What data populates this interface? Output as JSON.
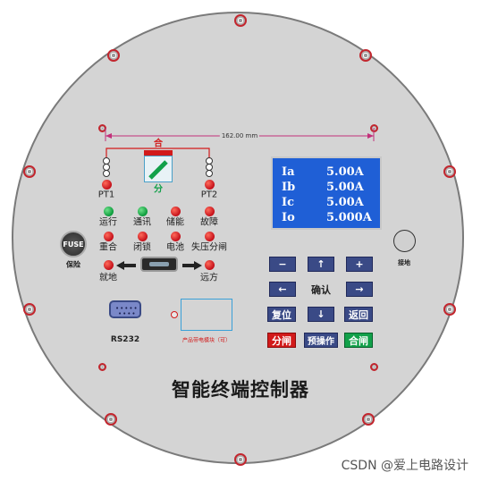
{
  "panel": {
    "title": "智能终端控制器",
    "dimension_label": "162.00 mm",
    "close_label": "合",
    "open_label": "分",
    "pt1": "PT1",
    "pt2": "PT2",
    "fuse_label": "FUSE",
    "fuse_caption": "保险",
    "ground_caption": "接地",
    "rs232_label": "RS232",
    "module_caption": "产品带电模块（可）"
  },
  "indicators": [
    {
      "label": "运行",
      "color": "green"
    },
    {
      "label": "通讯",
      "color": "green"
    },
    {
      "label": "储能",
      "color": "red"
    },
    {
      "label": "故障",
      "color": "red"
    },
    {
      "label": "重合",
      "color": "red"
    },
    {
      "label": "闭锁",
      "color": "red"
    },
    {
      "label": "电池",
      "color": "red"
    },
    {
      "label": "失压分闸",
      "color": "red"
    }
  ],
  "selector": {
    "left_label": "就地",
    "right_label": "远方"
  },
  "lcd": {
    "rows": [
      {
        "key": "Ia",
        "value": "5.00A"
      },
      {
        "key": "Ib",
        "value": "5.00A"
      },
      {
        "key": "Ic",
        "value": "5.00A"
      },
      {
        "key": "Io",
        "value": "5.000A"
      }
    ]
  },
  "keys": {
    "minus": "−",
    "up": "↑",
    "plus": "+",
    "left": "←",
    "confirm": "确认",
    "right": "→",
    "reset": "复位",
    "down": "↓",
    "back": "返回",
    "open": "分闸",
    "preop": "预操作",
    "close": "合闸"
  },
  "watermark": "CSDN @爱上电路设计",
  "colors": {
    "accent_red": "#d21a1a",
    "accent_green": "#12a04a",
    "lcd_blue": "#1f5fd6",
    "key_blue": "#3a4a86"
  }
}
